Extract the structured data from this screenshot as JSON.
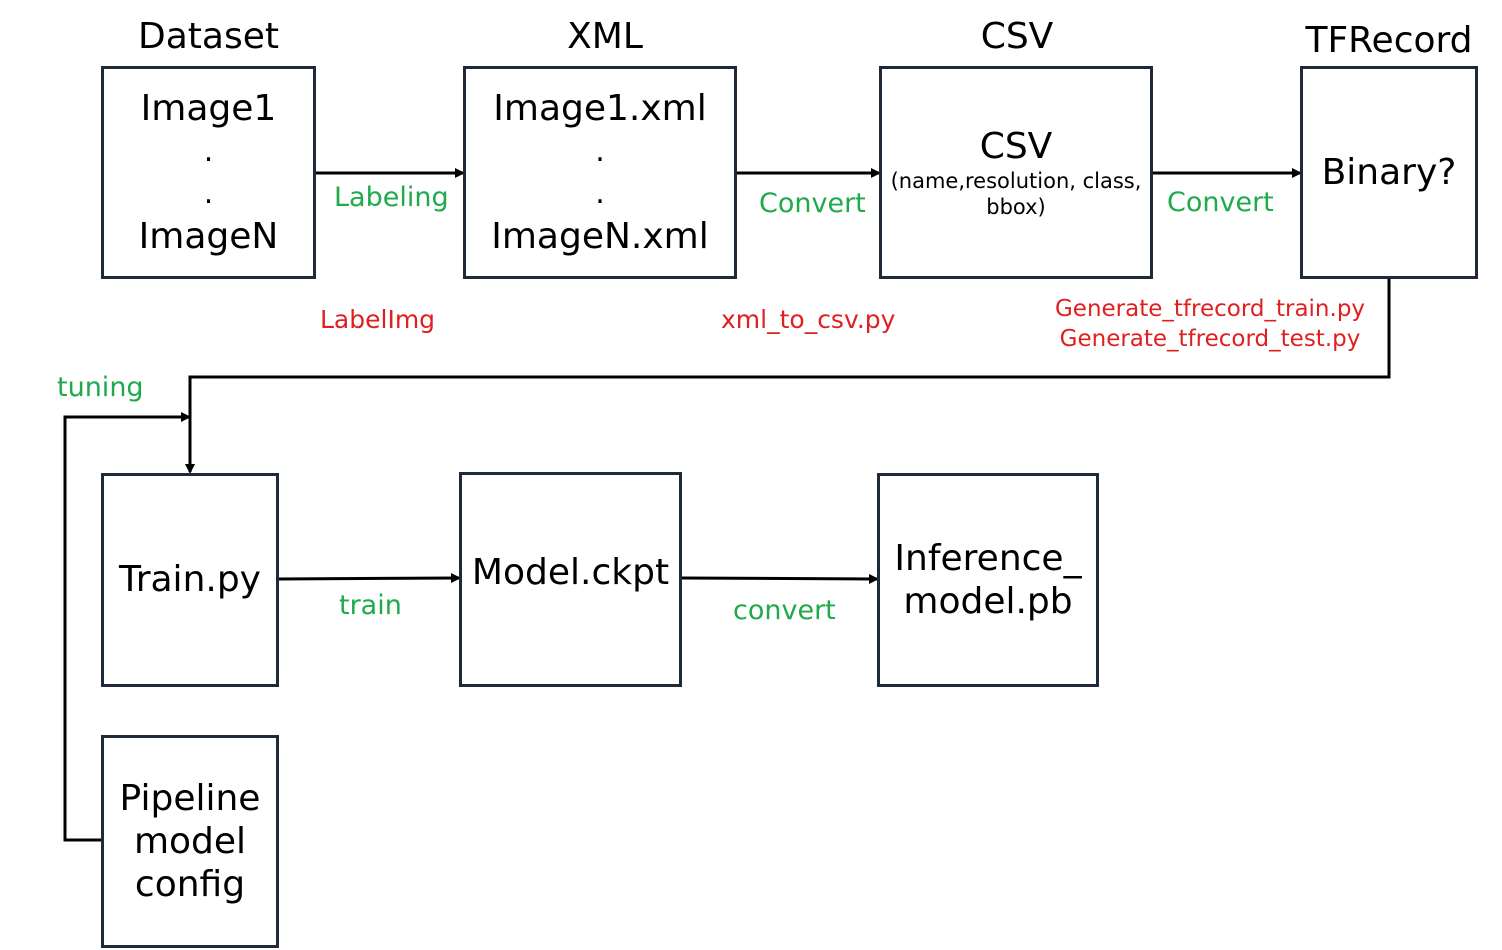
{
  "titles": {
    "dataset": "Dataset",
    "xml": "XML",
    "csv": "CSV",
    "tfrecord": "TFRecord"
  },
  "boxes": {
    "dataset": {
      "first": "Image1",
      "dot1": ".",
      "dot2": ".",
      "last": "ImageN"
    },
    "xml": {
      "first": "Image1.xml",
      "dot1": ".",
      "dot2": ".",
      "last": "ImageN.xml"
    },
    "csv": {
      "main": "CSV",
      "sub1": "(name,resolution, class,",
      "sub2": "bbox)"
    },
    "tfrecord": {
      "main": "Binary?"
    },
    "train": {
      "main": "Train.py"
    },
    "model": {
      "main": "Model.ckpt"
    },
    "inference": {
      "line1": "Inference_",
      "line2": "model.pb"
    },
    "pipeline": {
      "line1": "Pipeline",
      "line2": "model",
      "line3": "config"
    }
  },
  "edge_labels": {
    "labeling": "Labeling",
    "convert1": "Convert",
    "convert2": "Convert",
    "tuning": "tuning",
    "train": "train",
    "convert3": "convert"
  },
  "tools": {
    "labelimg": "LabelImg",
    "xml_to_csv": "xml_to_csv.py",
    "gen_train": "Generate_tfrecord_train.py",
    "gen_test": "Generate_tfrecord_test.py"
  },
  "colors": {
    "edge_label": "#1faa4b",
    "tool_label": "#e02020",
    "border": "#1e2a3a"
  }
}
